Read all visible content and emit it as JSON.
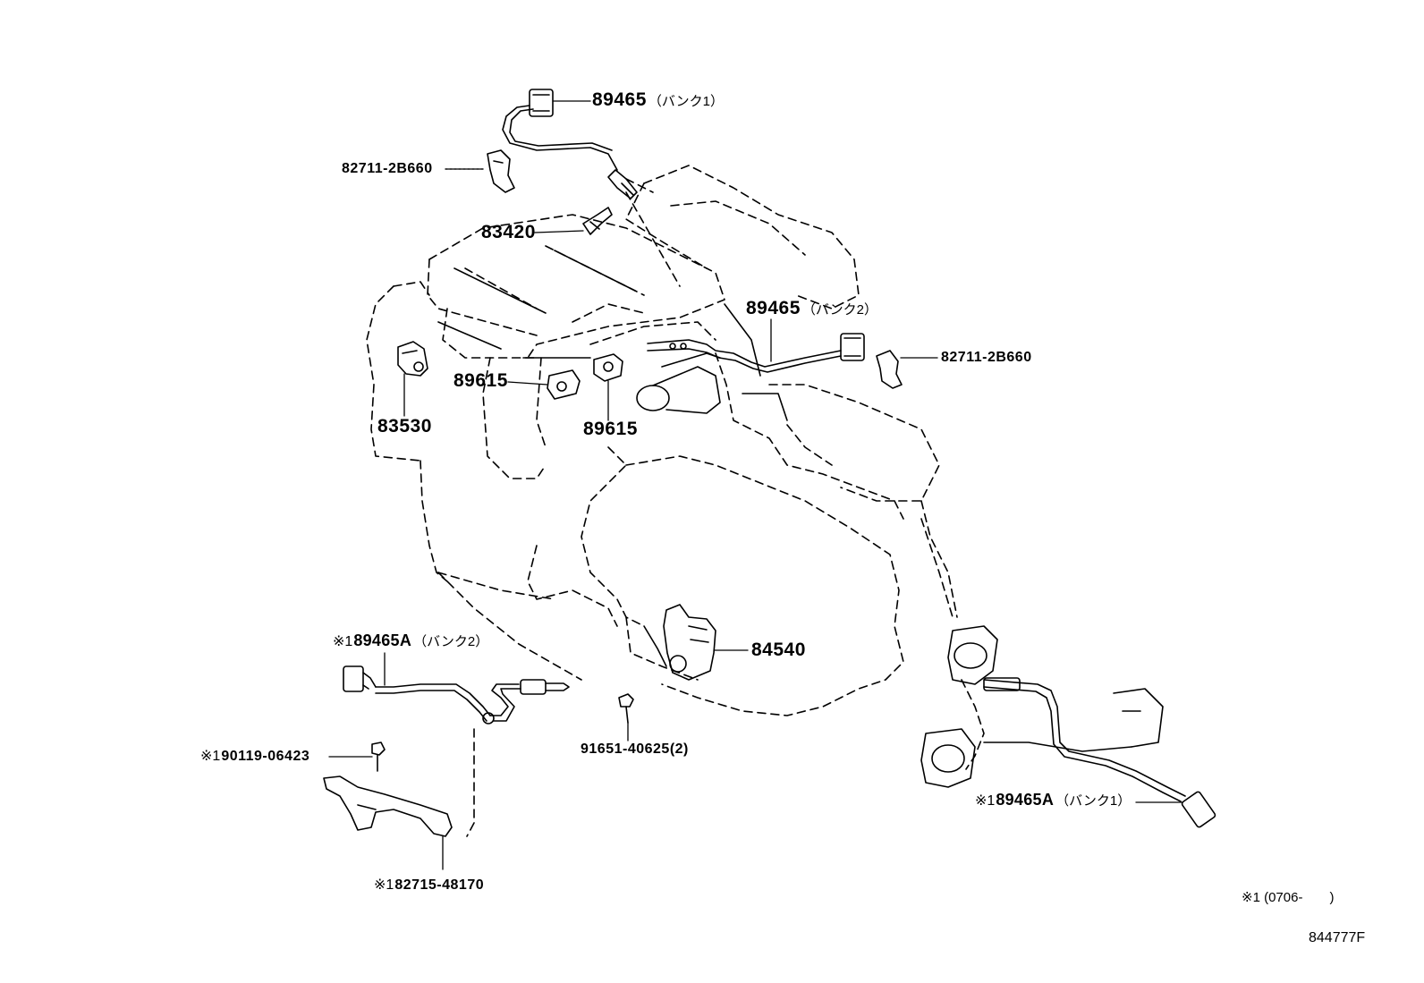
{
  "labels": {
    "o2_bank1": {
      "part": "89465",
      "note": "（バンク1）"
    },
    "clamp_upper": {
      "part": "82711-2B660"
    },
    "sensor_83420": {
      "part": "83420"
    },
    "o2_bank2": {
      "part": "89465",
      "note": "（バンク2）"
    },
    "clamp_right": {
      "part": "82711-2B660"
    },
    "knock_left": {
      "part": "89615"
    },
    "sensor_83530": {
      "part": "83530"
    },
    "knock_center": {
      "part": "89615"
    },
    "switch_84540": {
      "part": "84540"
    },
    "bolt_91651": {
      "part": "91651-40625(2)"
    },
    "af_bank2": {
      "mark": "※1",
      "part": "89465A",
      "note": "（バンク2）"
    },
    "bolt_90119": {
      "mark": "※1",
      "part": "90119-06423"
    },
    "bracket_82715": {
      "mark": "※1",
      "part": "82715-48170"
    },
    "af_bank1": {
      "mark": "※1",
      "part": "89465A",
      "note": "（バンク1）"
    }
  },
  "footnote": {
    "text": "※1 (0706-　　)"
  },
  "diagram_code": "844777F"
}
